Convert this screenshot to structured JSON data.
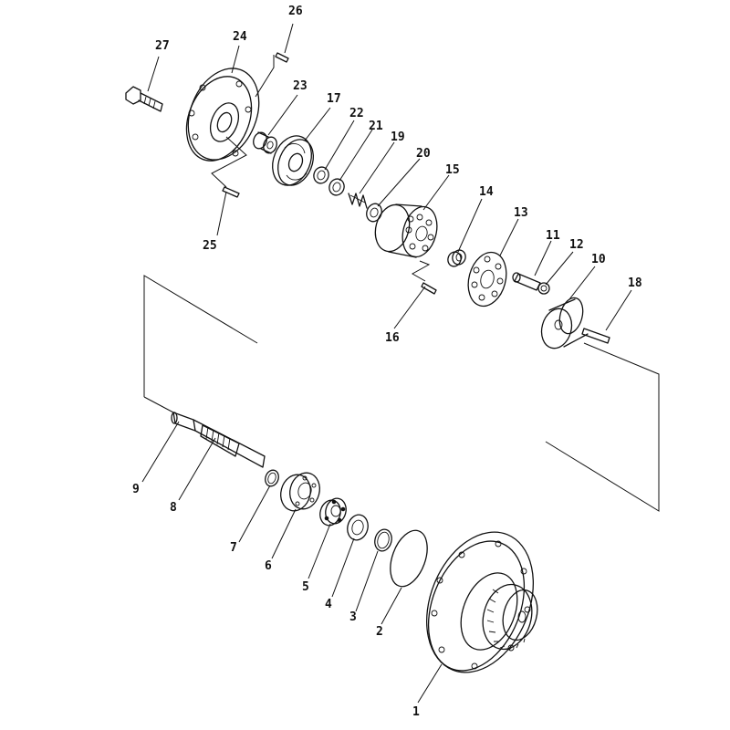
{
  "diagram": {
    "callouts": [
      {
        "id": "c1",
        "text": "1"
      },
      {
        "id": "c2",
        "text": "2"
      },
      {
        "id": "c3",
        "text": "3"
      },
      {
        "id": "c4",
        "text": "4"
      },
      {
        "id": "c5",
        "text": "5"
      },
      {
        "id": "c6",
        "text": "6"
      },
      {
        "id": "c7",
        "text": "7"
      },
      {
        "id": "c8",
        "text": "8"
      },
      {
        "id": "c9",
        "text": "9"
      },
      {
        "id": "c10",
        "text": "10"
      },
      {
        "id": "c11",
        "text": "11"
      },
      {
        "id": "c12",
        "text": "12"
      },
      {
        "id": "c13",
        "text": "13"
      },
      {
        "id": "c14",
        "text": "14"
      },
      {
        "id": "c15",
        "text": "15"
      },
      {
        "id": "c16",
        "text": "16"
      },
      {
        "id": "c17",
        "text": "17"
      },
      {
        "id": "c18",
        "text": "18"
      },
      {
        "id": "c19",
        "text": "19"
      },
      {
        "id": "c20",
        "text": "20"
      },
      {
        "id": "c21",
        "text": "21"
      },
      {
        "id": "c22",
        "text": "22"
      },
      {
        "id": "c23",
        "text": "23"
      },
      {
        "id": "c24",
        "text": "24"
      },
      {
        "id": "c25",
        "text": "25"
      },
      {
        "id": "c26",
        "text": "26"
      },
      {
        "id": "c27",
        "text": "27"
      }
    ]
  }
}
